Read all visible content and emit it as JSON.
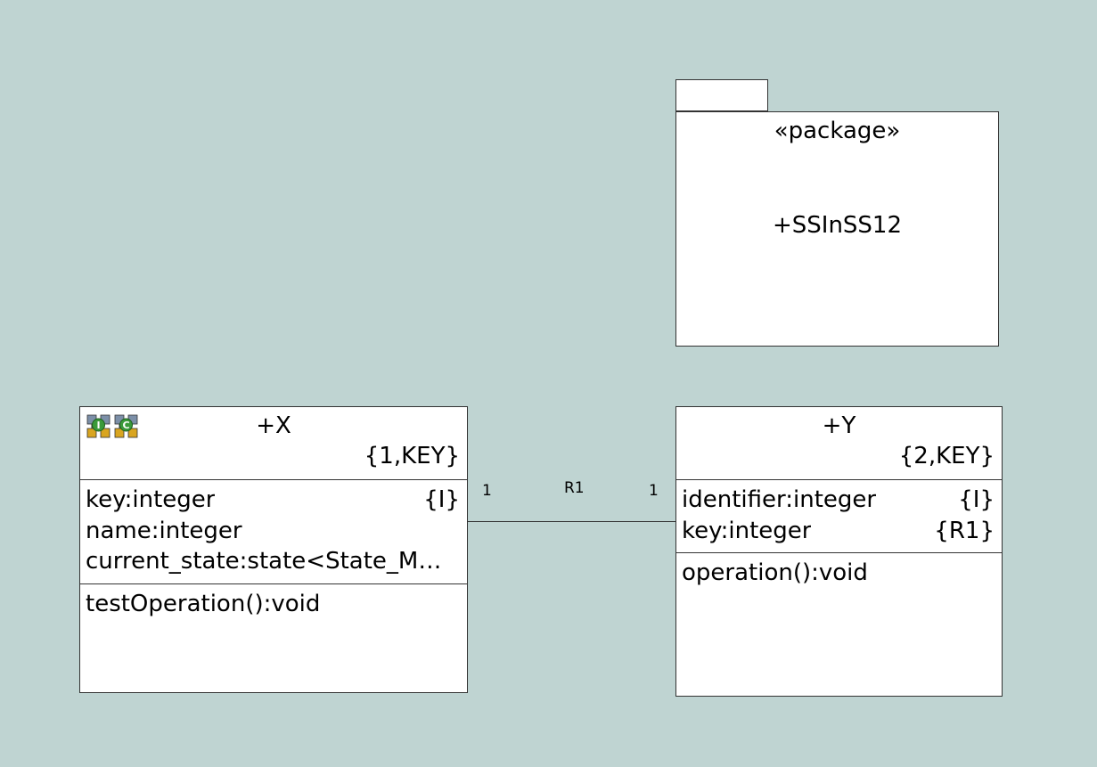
{
  "package": {
    "stereotype": "«package»",
    "name": "+SSInSS12"
  },
  "classes": {
    "x": {
      "name": "+X",
      "key": "{1,KEY}",
      "icons": [
        "instance-state-icon",
        "class-state-icon"
      ],
      "attributes": [
        {
          "name": "key:integer",
          "tag": "{I}"
        },
        {
          "name": "name:integer",
          "tag": ""
        },
        {
          "name": "current_state:state<State_Model>",
          "tag": ""
        }
      ],
      "operations": [
        "testOperation():void"
      ]
    },
    "y": {
      "name": "+Y",
      "key": "{2,KEY}",
      "attributes": [
        {
          "name": "identifier:integer",
          "tag": "{I}"
        },
        {
          "name": "key:integer",
          "tag": "{R1}"
        }
      ],
      "operations": [
        "operation():void"
      ]
    }
  },
  "association": {
    "name": "R1",
    "left_multiplicity": "1",
    "right_multiplicity": "1"
  },
  "colors": {
    "canvas": "#bfd4d2",
    "box_fill": "#ffffff",
    "border": "#333333",
    "icon_green": "#3a9a3a",
    "icon_gold": "#d9a520"
  }
}
